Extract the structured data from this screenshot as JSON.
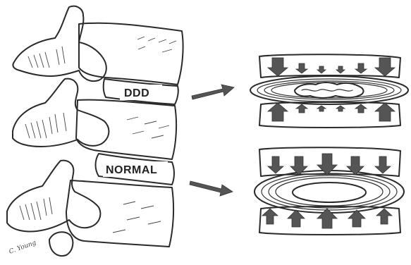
{
  "labels": {
    "degenerated_disc": "DDD",
    "normal_disc": "NORMAL"
  },
  "artist_signature": "C. Young"
}
